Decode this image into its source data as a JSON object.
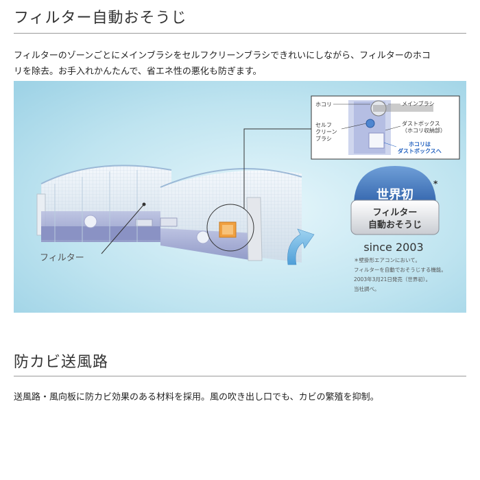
{
  "section1": {
    "title": "フィルター自動おそうじ",
    "description_line1": "フィルターのゾーンごとにメインブラシをセルフクリーンブラシできれいにしながら、フィルターのホコ",
    "description_line2": "リを除去。お手入れかんたんで、省エネ性の悪化も防ぎます。"
  },
  "illustration": {
    "filter_label": "フィルター",
    "callout": {
      "hokori": "ホコリ",
      "main_brush": "メインブラシ",
      "self_clean_1": "セルフ",
      "self_clean_2": "クリーン",
      "self_clean_3": "ブラシ",
      "dust_box_1": "ダストボックス",
      "dust_box_2": "（ホコリ収納部）",
      "hokori_to_box_1": "ホコリは",
      "hokori_to_box_2": "ダストボックスへ"
    },
    "badge": {
      "world_first": "世界初",
      "asterisk": "*",
      "line1": "フィルター",
      "line2": "自動おそうじ",
      "since": "since 2003"
    },
    "notes": [
      "＊壁掛形エアコンにおいて。",
      "フィルターを自動でおそうじする機能。",
      "2003年3月21日発売（世界初）。",
      "当社調べ。"
    ]
  },
  "section2": {
    "title": "防カビ送風路",
    "description": "送風路・風向板に防カビ効果のある材料を採用。風の吹き出し口でも、カビの繁殖を抑制。"
  }
}
